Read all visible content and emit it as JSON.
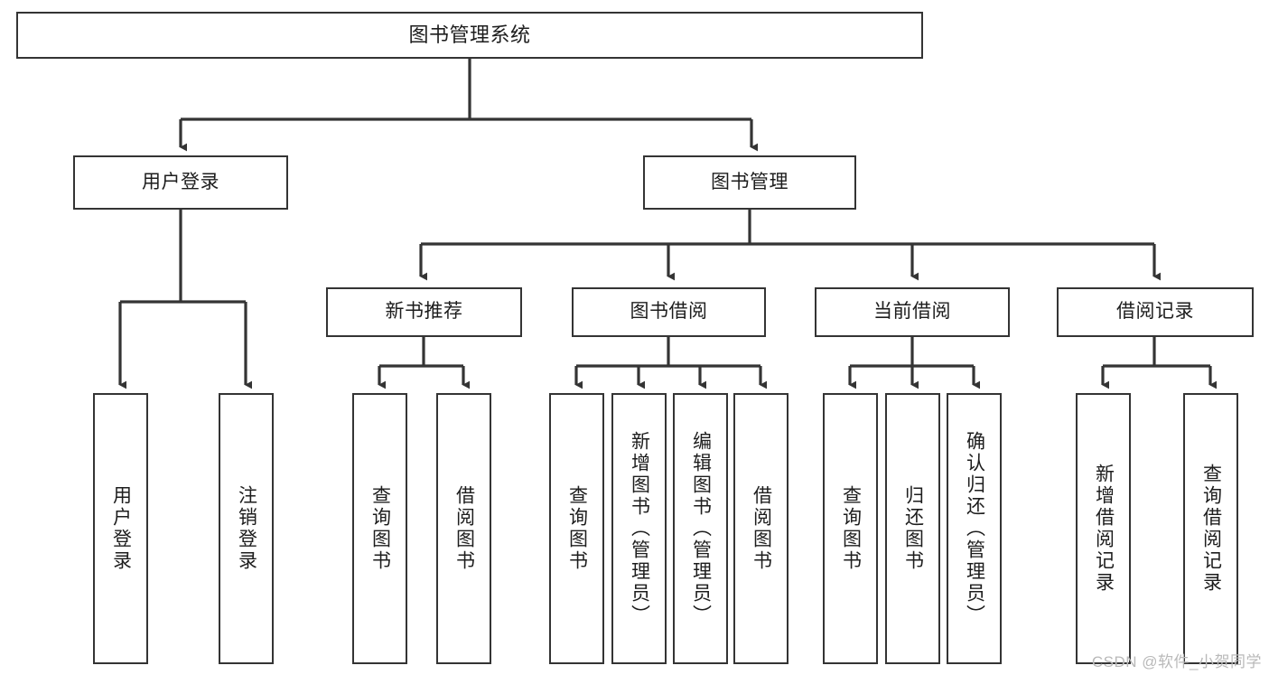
{
  "diagram": {
    "type": "tree-hierarchy",
    "title": "图书管理系统",
    "watermark": "CSDN @软件_小贺同学",
    "colors": {
      "box_border": "#343434",
      "box_fill": "#ffffff",
      "connector": "#343434",
      "text": "#1d1d1d",
      "watermark": "#b9b9b9",
      "background": "#ffffff"
    },
    "nodes": [
      {
        "id": "root",
        "label": "图书管理系统",
        "level": 0,
        "orientation": "horizontal"
      },
      {
        "id": "user-login",
        "label": "用户登录",
        "level": 1,
        "orientation": "horizontal"
      },
      {
        "id": "book-manage",
        "label": "图书管理",
        "level": 1,
        "orientation": "horizontal"
      },
      {
        "id": "new-book-rec",
        "label": "新书推荐",
        "level": 2,
        "orientation": "horizontal"
      },
      {
        "id": "book-borrow",
        "label": "图书借阅",
        "level": 2,
        "orientation": "horizontal"
      },
      {
        "id": "current-borrow",
        "label": "当前借阅",
        "level": 2,
        "orientation": "horizontal"
      },
      {
        "id": "borrow-record",
        "label": "借阅记录",
        "level": 2,
        "orientation": "horizontal"
      },
      {
        "id": "leaf-user-login",
        "label": "用户登录",
        "level": 2,
        "orientation": "vertical"
      },
      {
        "id": "leaf-logout",
        "label": "注销登录",
        "level": 2,
        "orientation": "vertical"
      },
      {
        "id": "leaf-query-book-1",
        "label": "查询图书",
        "level": 3,
        "orientation": "vertical"
      },
      {
        "id": "leaf-borrow-book-1",
        "label": "借阅图书",
        "level": 3,
        "orientation": "vertical"
      },
      {
        "id": "leaf-query-book-2",
        "label": "查询图书",
        "level": 3,
        "orientation": "vertical"
      },
      {
        "id": "leaf-add-book",
        "label": "新增图书（管理员）",
        "level": 3,
        "orientation": "vertical"
      },
      {
        "id": "leaf-edit-book",
        "label": "编辑图书（管理员）",
        "level": 3,
        "orientation": "vertical"
      },
      {
        "id": "leaf-borrow-book-2",
        "label": "借阅图书",
        "level": 3,
        "orientation": "vertical"
      },
      {
        "id": "leaf-query-book-3",
        "label": "查询图书",
        "level": 3,
        "orientation": "vertical"
      },
      {
        "id": "leaf-return-book",
        "label": "归还图书",
        "level": 3,
        "orientation": "vertical"
      },
      {
        "id": "leaf-confirm-ret",
        "label": "确认归还（管理员）",
        "level": 3,
        "orientation": "vertical"
      },
      {
        "id": "leaf-add-record",
        "label": "新增借阅记录",
        "level": 3,
        "orientation": "vertical"
      },
      {
        "id": "leaf-query-record",
        "label": "查询借阅记录",
        "level": 3,
        "orientation": "vertical"
      }
    ],
    "edges": [
      {
        "from": "root",
        "to": "user-login"
      },
      {
        "from": "root",
        "to": "book-manage"
      },
      {
        "from": "user-login",
        "to": "leaf-user-login"
      },
      {
        "from": "user-login",
        "to": "leaf-logout"
      },
      {
        "from": "book-manage",
        "to": "new-book-rec"
      },
      {
        "from": "book-manage",
        "to": "book-borrow"
      },
      {
        "from": "book-manage",
        "to": "current-borrow"
      },
      {
        "from": "book-manage",
        "to": "borrow-record"
      },
      {
        "from": "new-book-rec",
        "to": "leaf-query-book-1"
      },
      {
        "from": "new-book-rec",
        "to": "leaf-borrow-book-1"
      },
      {
        "from": "book-borrow",
        "to": "leaf-query-book-2"
      },
      {
        "from": "book-borrow",
        "to": "leaf-add-book"
      },
      {
        "from": "book-borrow",
        "to": "leaf-edit-book"
      },
      {
        "from": "book-borrow",
        "to": "leaf-borrow-book-2"
      },
      {
        "from": "current-borrow",
        "to": "leaf-query-book-3"
      },
      {
        "from": "current-borrow",
        "to": "leaf-return-book"
      },
      {
        "from": "current-borrow",
        "to": "leaf-confirm-ret"
      },
      {
        "from": "borrow-record",
        "to": "leaf-add-record"
      },
      {
        "from": "borrow-record",
        "to": "leaf-query-record"
      }
    ]
  }
}
